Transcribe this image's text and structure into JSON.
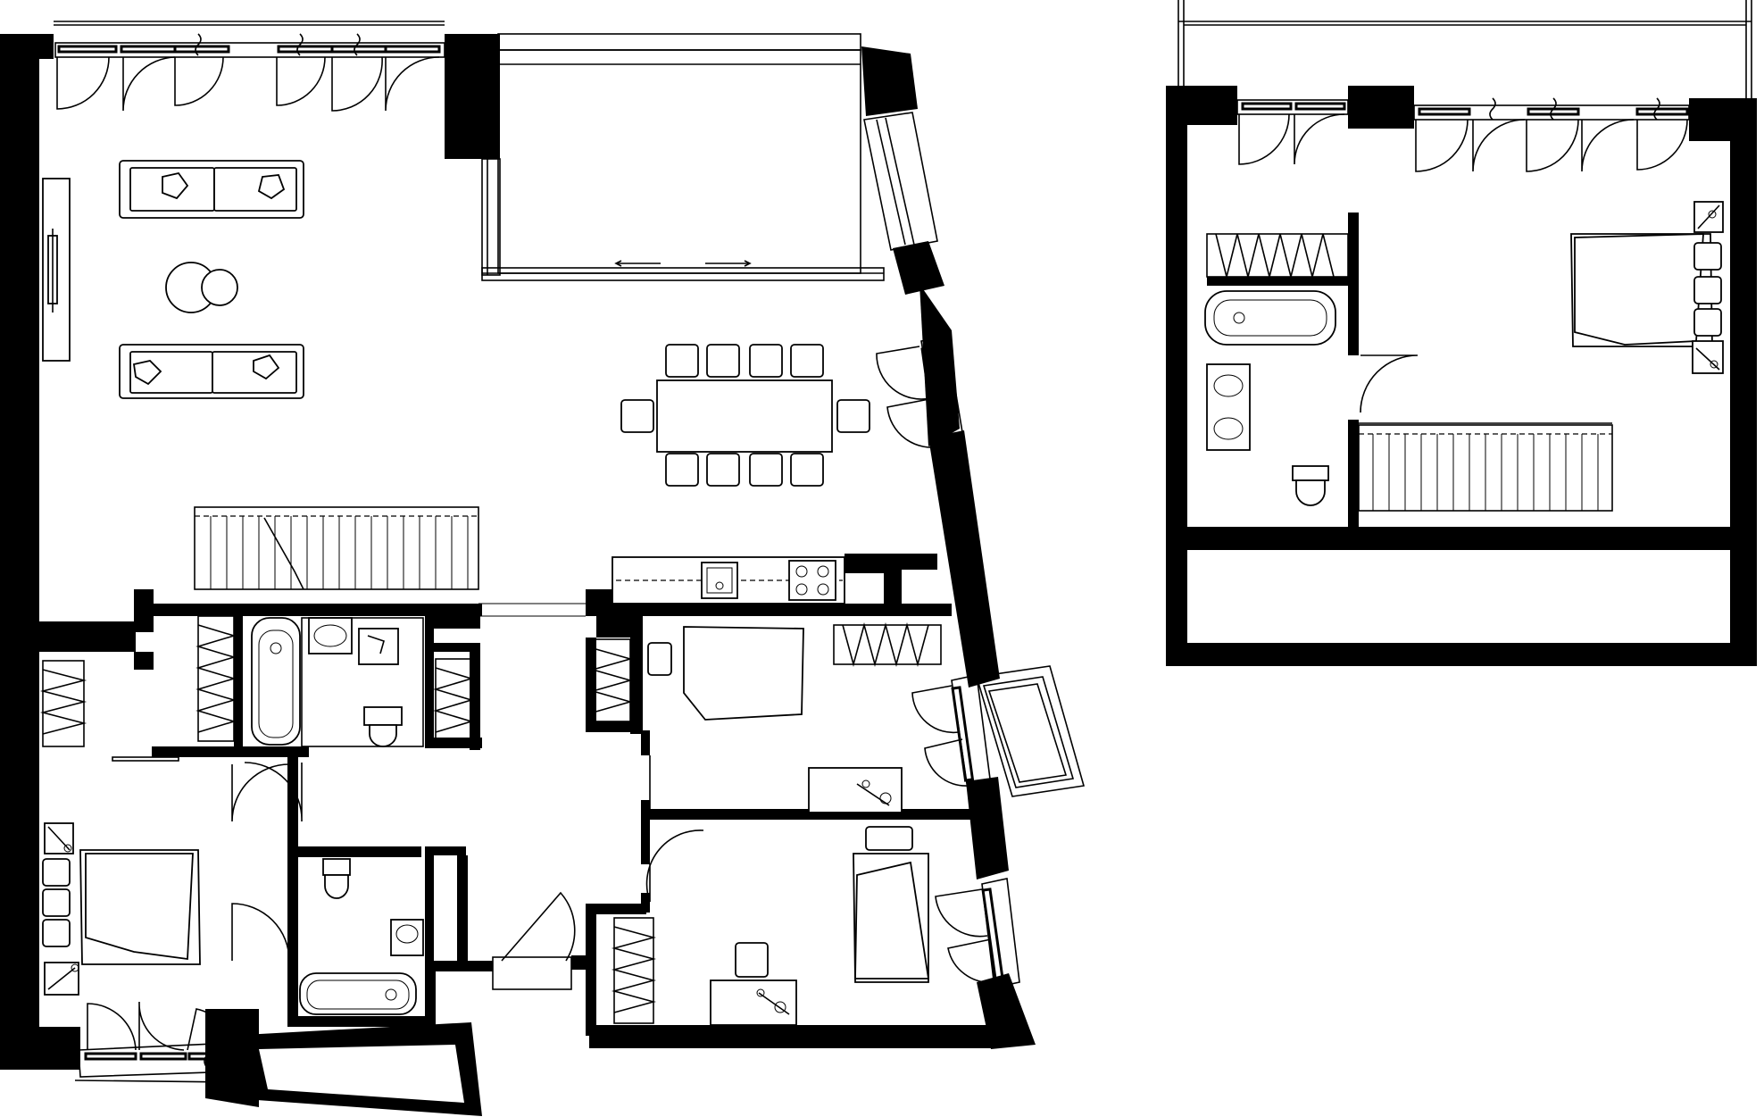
{
  "drawing": {
    "kind": "architectural floor plan",
    "levels": [
      "main-floor",
      "upper-floor"
    ],
    "colors": {
      "walls": "#000000",
      "background": "#ffffff",
      "furniture_line": "#000000"
    }
  }
}
